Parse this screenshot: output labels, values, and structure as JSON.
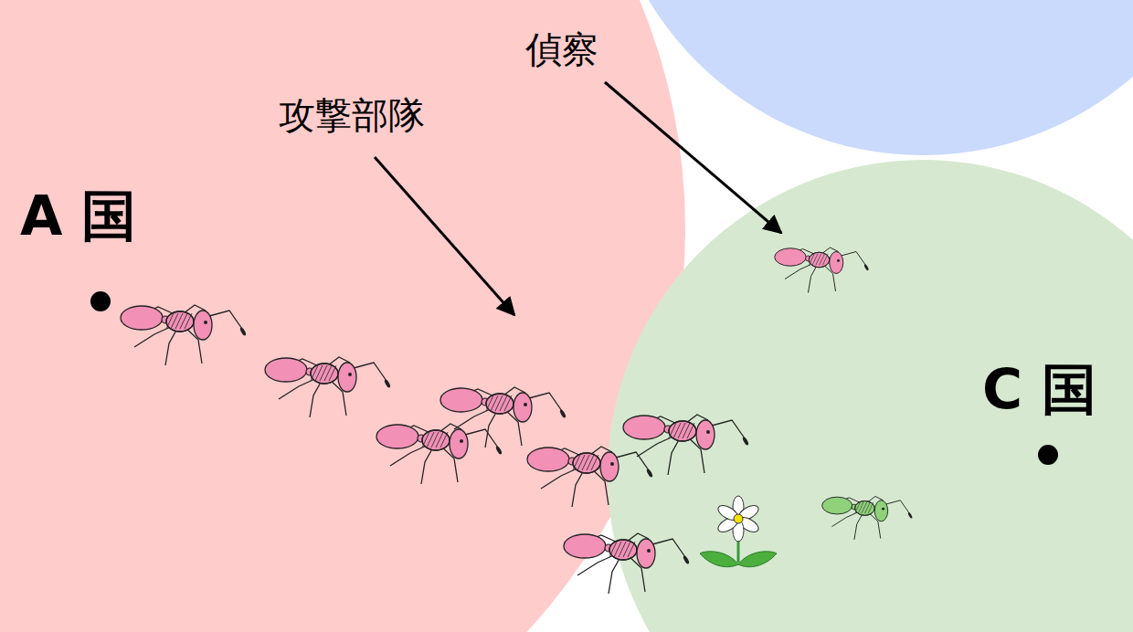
{
  "diagram": {
    "nodes": [
      {
        "text": [
          "A 国"
        ]
      },
      {
        "text": [
          "C 国"
        ]
      }
    ],
    "labels": [
      "攻撃部隊",
      "偵察"
    ]
  }
}
